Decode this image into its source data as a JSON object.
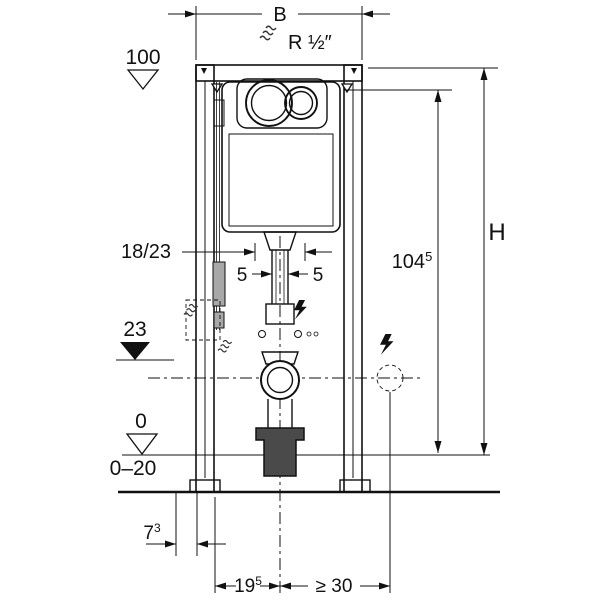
{
  "drawing": {
    "title": "in-wall-cistern-frame-dimension-drawing",
    "colors": {
      "line": "#111111",
      "gray_part": "#a8a8a8",
      "background": "#ffffff"
    },
    "top": {
      "width_label": "B",
      "water_connection_label": "R ½″"
    },
    "levels": {
      "l100": "100",
      "l23": "23",
      "l0": "0",
      "floor_range": "0–20"
    },
    "dims": {
      "pipe": "18/23",
      "d5_left": "5",
      "d5_right": "5",
      "height_label": "H",
      "d104": {
        "base": "104",
        "sup": "5"
      },
      "d7": {
        "base": "7",
        "sup": "3"
      },
      "d19": {
        "base": "19",
        "sup": "5"
      },
      "dmin30": "≥ 30"
    }
  }
}
